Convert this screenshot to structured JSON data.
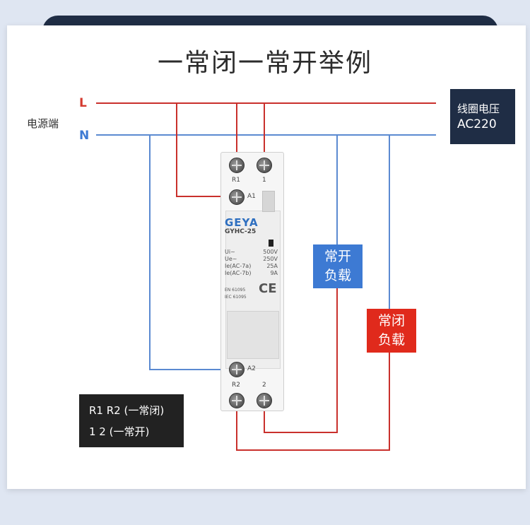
{
  "title": "一常闭一常开举例",
  "source_label": "电源端",
  "line_L": "L",
  "line_N": "N",
  "coil": {
    "line1": "线圈电压",
    "line2": "AC220"
  },
  "no_load": {
    "line1": "常开",
    "line2": "负载"
  },
  "nc_load": {
    "line1": "常闭",
    "line2": "负载"
  },
  "legend": {
    "row1": "R1 R2 (一常闭)",
    "row2": "1   2 (一常开)"
  },
  "device": {
    "brand": "GEYA",
    "model": "GYHC-25",
    "terminals": {
      "r1": "R1",
      "t1": "1",
      "a1": "A1",
      "a2": "A2",
      "r2": "R2",
      "t2": "2"
    },
    "spec_labels": [
      "Ui~",
      "Ue~",
      "Ie(AC-7a)",
      "Ie(AC-7b)"
    ],
    "spec_values": [
      "500V",
      "250V",
      "25A",
      "9A"
    ],
    "standards": [
      "EN 61095",
      "IEC 61095"
    ],
    "mark": "CE"
  },
  "colors": {
    "live": "#c9302c",
    "neutral": "#5b8ad1",
    "nc_box": "#e02a1c",
    "no_box": "#3d7ad3",
    "dark": "#1f2d45"
  }
}
